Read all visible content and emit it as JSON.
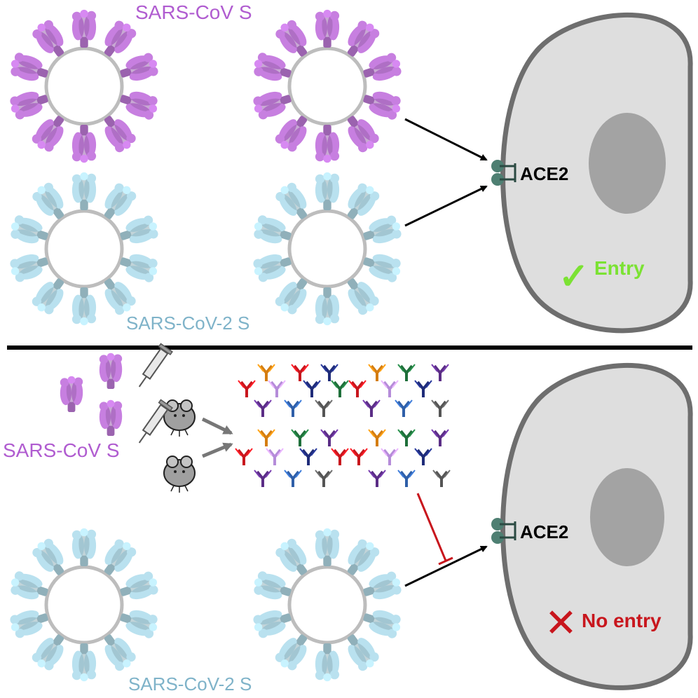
{
  "top_panel": {
    "sars_cov_label": "SARS-CoV S",
    "sars_cov2_label": "SARS-CoV-2 S",
    "receptor_label": "ACE2",
    "outcome_label": "Entry",
    "outcome_symbol": "✓"
  },
  "bottom_panel": {
    "immunogen_label": "SARS-CoV S",
    "virus_label": "SARS-CoV-2 S",
    "receptor_label": "ACE2",
    "outcome_label": "No entry",
    "outcome_symbol": "✕"
  },
  "colors": {
    "sars_cov_spike": "#c77fe0",
    "sars_cov_text": "#b05cd0",
    "sars_cov2_spike": "#b9e1ef",
    "sars_cov2_text": "#7fb3c9",
    "cell_fill": "#dedede",
    "cell_border": "#6e6e6e",
    "nucleus": "#a3a3a3",
    "receptor": "#4e7f72",
    "entry_green": "#7be233",
    "no_entry_red": "#c8161d",
    "divider": "#000000",
    "antibodies": [
      "#c8161d",
      "#d47d11",
      "#b58cd9",
      "#1f2c79",
      "#1e6f3a",
      "#5b2d86",
      "#2f5fa8",
      "#555555"
    ]
  }
}
